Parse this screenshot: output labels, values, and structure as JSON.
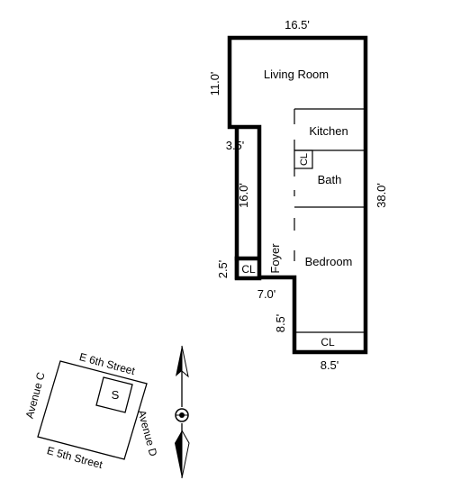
{
  "floorplan": {
    "rooms": {
      "living_room": "Living Room",
      "kitchen": "Kitchen",
      "bath": "Bath",
      "bedroom": "Bedroom",
      "foyer": "Foyer",
      "closet_kitchen": "CL",
      "closet_foyer": "CL",
      "closet_bedroom": "CL"
    },
    "dimensions": {
      "top_width": "16.5'",
      "living_height": "11.0'",
      "notch_width": "3.5'",
      "corridor_height": "16.0'",
      "small_notch_height": "2.5'",
      "lower_step": "7.0'",
      "bedroom_lower": "8.5'",
      "right_height": "38.0'",
      "bottom_width": "8.5'"
    }
  },
  "locator_map": {
    "streets": {
      "north": "E 6th Street",
      "south": "E 5th Street",
      "west": "Avenue C",
      "east": "Avenue D"
    },
    "site_label": "S"
  }
}
